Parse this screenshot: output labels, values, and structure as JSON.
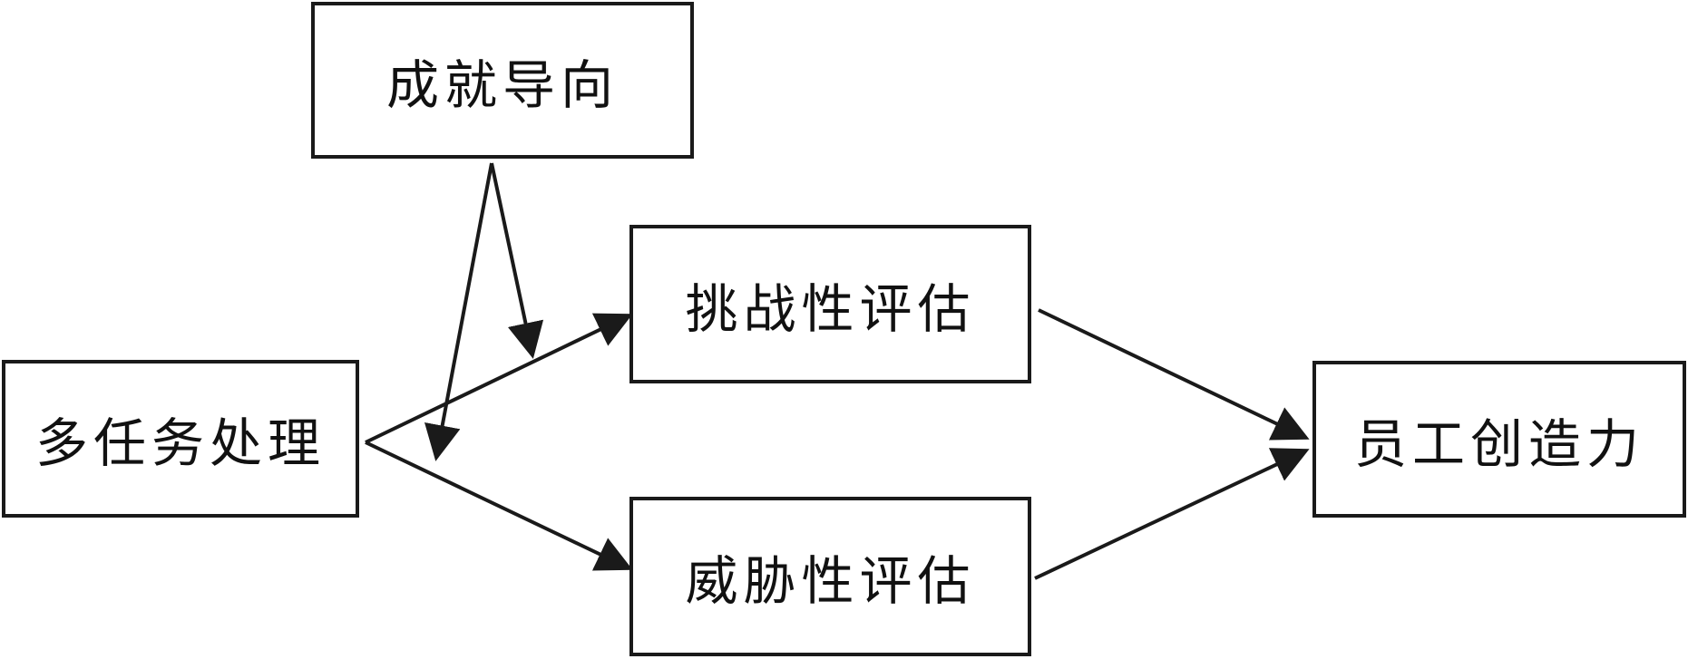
{
  "nodes": {
    "achievement_orientation": "成就导向",
    "challenge_appraisal": "挑战性评估",
    "multitasking": "多任务处理",
    "threat_appraisal": "威胁性评估",
    "employee_creativity": "员工创造力"
  }
}
